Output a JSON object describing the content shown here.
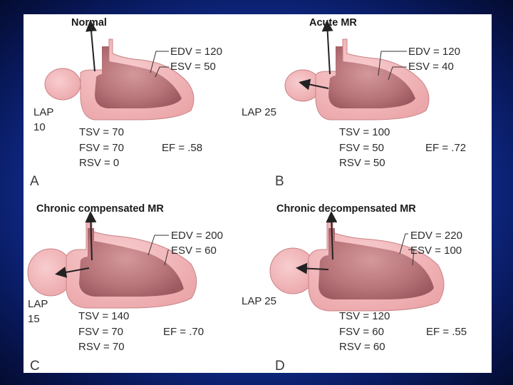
{
  "panels": [
    {
      "letter": "A",
      "title": "Normal",
      "edv": "EDV = 120",
      "esv": "ESV = 50",
      "lap": [
        "LAP",
        "10"
      ],
      "tsv": "TSV = 70",
      "fsv": "FSV = 70",
      "rsv": "RSV = 0",
      "ef": "EF = .58"
    },
    {
      "letter": "B",
      "title": "Acute MR",
      "edv": "EDV = 120",
      "esv": "ESV = 40",
      "lap": [
        "LAP 25"
      ],
      "tsv": "TSV = 100",
      "fsv": "FSV = 50",
      "rsv": "RSV = 50",
      "ef": "EF = .72"
    },
    {
      "letter": "C",
      "title": "Chronic compensated MR",
      "edv": "EDV = 200",
      "esv": "ESV = 60",
      "lap": [
        "LAP",
        "15"
      ],
      "tsv": "TSV = 140",
      "fsv": "FSV =  70",
      "rsv": "RSV = 70",
      "ef": "EF = .70"
    },
    {
      "letter": "D",
      "title": "Chronic decompensated MR",
      "edv": "EDV = 220",
      "esv": "ESV = 100",
      "lap": [
        "LAP 25"
      ],
      "tsv": "TSV = 120",
      "fsv": "FSV = 60",
      "rsv": "RSV = 60",
      "ef": "EF = .55"
    }
  ],
  "colors": {
    "outer_wall": "#f2b6b8",
    "outer_stroke": "#c98487",
    "cavity": "#b56c71",
    "cavity_light": "#d48e92",
    "atrium": "#f4c2c4",
    "background_blue": "#1436a8"
  }
}
